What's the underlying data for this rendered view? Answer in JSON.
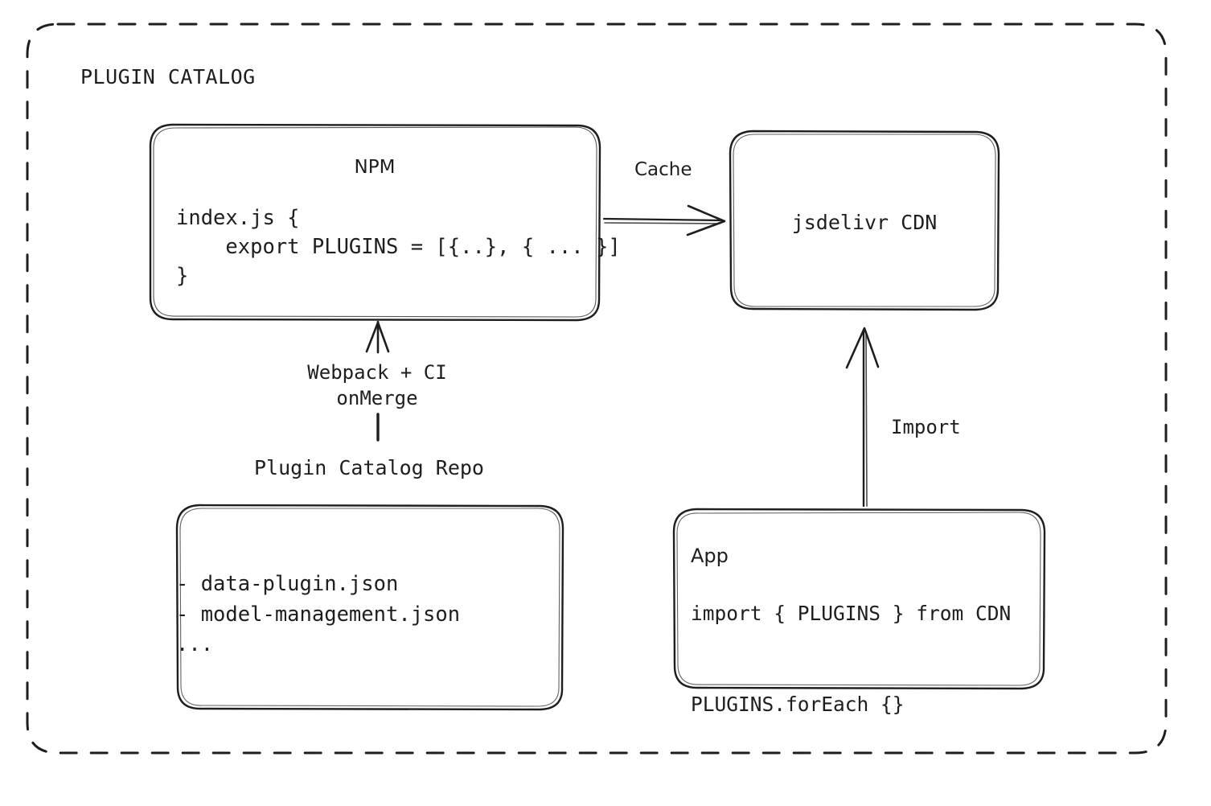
{
  "diagram": {
    "container_label": "PLUGIN CATALOG",
    "background": "#ffffff",
    "stroke_color": "#1e1e1e"
  },
  "nodes": {
    "npm": {
      "title": "NPM",
      "code": "index.js {\n    export PLUGINS = [{..}, { ... }]\n}"
    },
    "cdn": {
      "title": "jsdelivr CDN"
    },
    "repo": {
      "title": "Plugin Catalog Repo",
      "files": "- data-plugin.json\n- model-management.json\n..."
    },
    "app": {
      "title": "App",
      "code": "import { PLUGINS } from CDN\n\nPLUGINS.forEach {}"
    }
  },
  "edges": {
    "cache": {
      "label": "Cache",
      "from": "npm",
      "to": "cdn"
    },
    "webpack": {
      "label": "Webpack + CI\nonMerge",
      "from": "repo",
      "to": "npm"
    },
    "import": {
      "label": "Import",
      "from": "app",
      "to": "cdn"
    }
  }
}
